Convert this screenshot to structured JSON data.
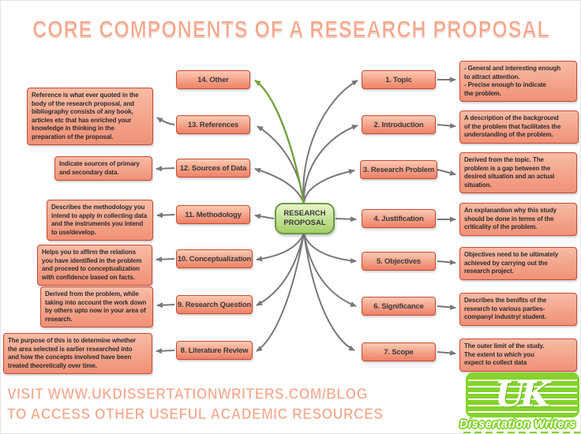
{
  "title": "CORE COMPONENTS OF A RESEARCH PROPOSAL",
  "center_node": {
    "label": "RESEARCH\nPROPOSAL"
  },
  "right_items": [
    {
      "label": "1. Topic",
      "desc": "- General and interesting enough\nto attract attention.\n- Precise enough to indicate\nthe problem."
    },
    {
      "label": "2. Introduction",
      "desc": "A description of the background\nof the problem that facilitates the\nunderstanding of the problem."
    },
    {
      "label": "3. Research Problem",
      "desc": "Derived from the topic. The\nproblem is a gap between the\ndesired situation and an actual\nsituation."
    },
    {
      "label": "4. Justification",
      "desc": "An explanantion why this study\nshould be done in terms of the\ncriticality of the problem."
    },
    {
      "label": "5. Objectives",
      "desc": "Objectives need to be ultimately\nachieved by carrying out the\nresearch project."
    },
    {
      "label": "6. Significance",
      "desc": "Describes the benifits of the\nresearch to various parties-\ncompany/ industry/ student."
    },
    {
      "label": "7. Scope",
      "desc": "The outer limit of the study.\nThe extent to which you\nexpect to collect data"
    }
  ],
  "left_items": [
    {
      "label": "14. Other",
      "desc": ""
    },
    {
      "label": "13. References",
      "desc": "Reference is what ever quoted in the\nbody of the research proposal, and\nbibliography consists of any book,\narticles etc that has enriched your\nknowledge in thinking in the\npreparation of the proposal."
    },
    {
      "label": "12. Sources of Data",
      "desc": "Indicate sources of primary\nand secondary data."
    },
    {
      "label": "11. Methodology",
      "desc": "Describes the methodology you\nintend to apply in collecting data\nand the instruments you intend\nto use/develop."
    },
    {
      "label": "10. Conceptualization",
      "desc": "Helps you to affirm the relations\nyou have identified in the problem\nand proceed to conceptualization\nwith confidence based  on facts."
    },
    {
      "label": "9. Research Question",
      "desc": "Derived from the problem, while\ntaking into account the work down\nby others upto now in your area of\nresearch."
    },
    {
      "label": "8. Literature Review",
      "desc": "The purpose of this is to determine whether\nthe area selected is earlier researched into\nand how the concepts involved have been\ntreated theoretically over time."
    }
  ],
  "footer": {
    "line1": "VISIT WWW.UKDISSERTATIONWRITERS.COM/BLOG",
    "line2": "TO ACCESS OTHER USEFUL ACADEMIC RESOURCES"
  },
  "logo": {
    "monogram": "UK",
    "text": "Dissertation Writers"
  },
  "colors": {
    "box_border": "#c64a33",
    "box_fill_top": "#fbc9b2",
    "box_fill_bottom": "#ee8166",
    "node_border": "#6d9a42",
    "node_fill": "#a2ce66",
    "arrow_gray": "#787878",
    "arrow_green": "#76a23e",
    "title_salmon": "#f3a78c",
    "logo_green": "#84d32b"
  }
}
